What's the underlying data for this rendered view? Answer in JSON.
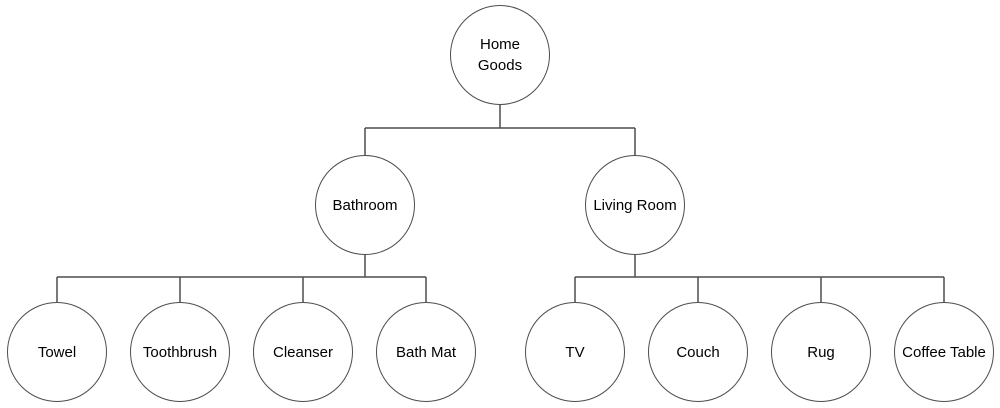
{
  "colors": {
    "background": "#ffffff",
    "stroke": "#4d4d4d",
    "node_fill": "#ffffff",
    "text": "#000000"
  },
  "diagram": {
    "type": "tree",
    "levels": 3,
    "root": {
      "label": "Home Goods",
      "children": [
        {
          "label": "Bathroom",
          "children": [
            {
              "label": "Towel"
            },
            {
              "label": "Toothbrush"
            },
            {
              "label": "Cleanser"
            },
            {
              "label": "Bath Mat"
            }
          ]
        },
        {
          "label": "Living Room",
          "children": [
            {
              "label": "TV"
            },
            {
              "label": "Couch"
            },
            {
              "label": "Rug"
            },
            {
              "label": "Coffee Table"
            }
          ]
        }
      ]
    }
  }
}
